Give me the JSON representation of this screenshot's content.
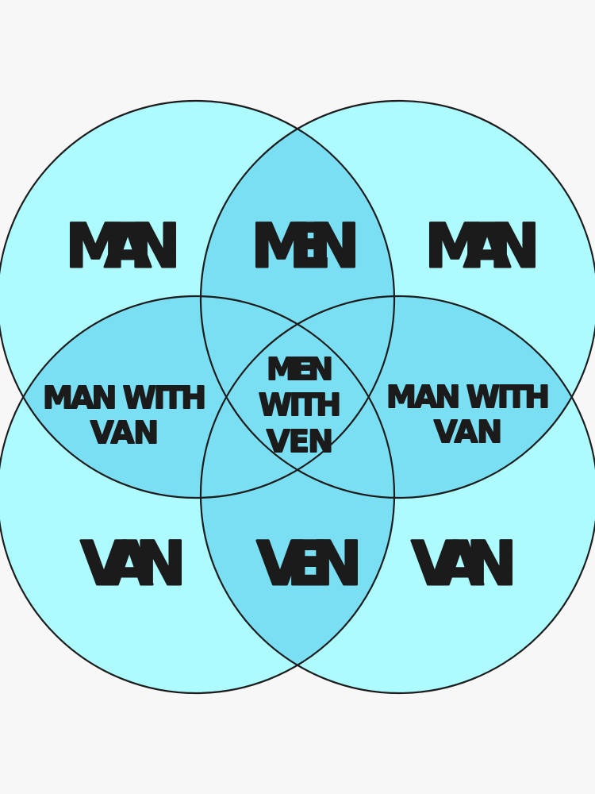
{
  "diagram": {
    "type": "venn",
    "set_count": 4,
    "sets": [
      "MAN",
      "MAN",
      "VAN",
      "VAN"
    ]
  },
  "labels": {
    "top_left": "MAN",
    "top_center": "MEN",
    "top_right": "MAN",
    "left_overlap_line1": "MAN WITH",
    "left_overlap_line2": "VAN",
    "center_line1": "MEN",
    "center_line2": "WITH",
    "center_line3": "VEN",
    "right_overlap_line1": "MAN WITH",
    "right_overlap_line2": "VAN",
    "bottom_left": "VAN",
    "bottom_center": "VEN",
    "bottom_right": "VAN"
  },
  "colors": {
    "background": "#f7f7f7",
    "circle_fill": "#adfaff",
    "overlap_fill": "#7bdff4",
    "outline": "#1c1c1c",
    "text": "#1b1b1b"
  }
}
